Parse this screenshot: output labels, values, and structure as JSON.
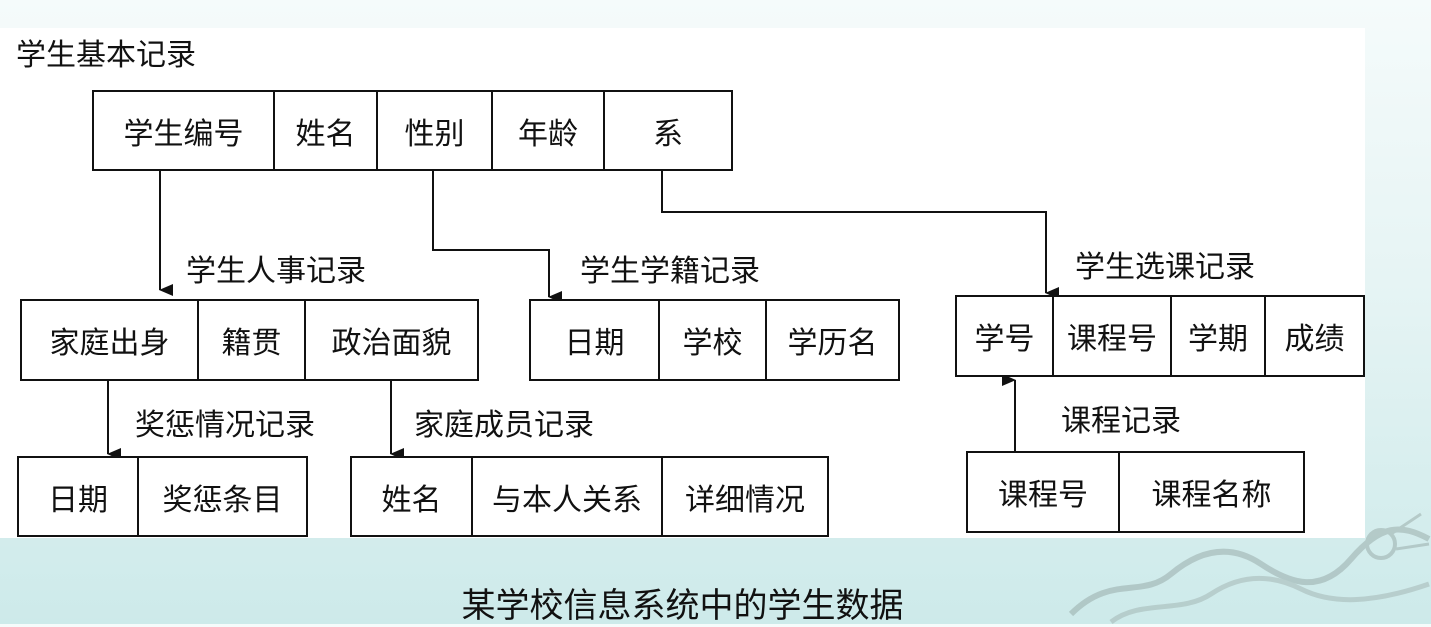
{
  "records": {
    "basic": {
      "title": "学生基本记录",
      "fields": [
        "学生编号",
        "姓名",
        "性别",
        "年龄",
        "系"
      ]
    },
    "personnel": {
      "title": "学生人事记录",
      "fields": [
        "家庭出身",
        "籍贯",
        "政治面貌"
      ]
    },
    "enrollment": {
      "title": "学生学籍记录",
      "fields": [
        "日期",
        "学校",
        "学历名"
      ]
    },
    "course_selection": {
      "title": "学生选课记录",
      "fields": [
        "学号",
        "课程号",
        "学期",
        "成绩"
      ]
    },
    "rewards": {
      "title": "奖惩情况记录",
      "fields": [
        "日期",
        "奖惩条目"
      ]
    },
    "family": {
      "title": "家庭成员记录",
      "fields": [
        "姓名",
        "与本人关系",
        "详细情况"
      ]
    },
    "course": {
      "title": "课程记录",
      "fields": [
        "课程号",
        "课程名称"
      ]
    }
  },
  "caption": "某学校信息系统中的学生数据"
}
